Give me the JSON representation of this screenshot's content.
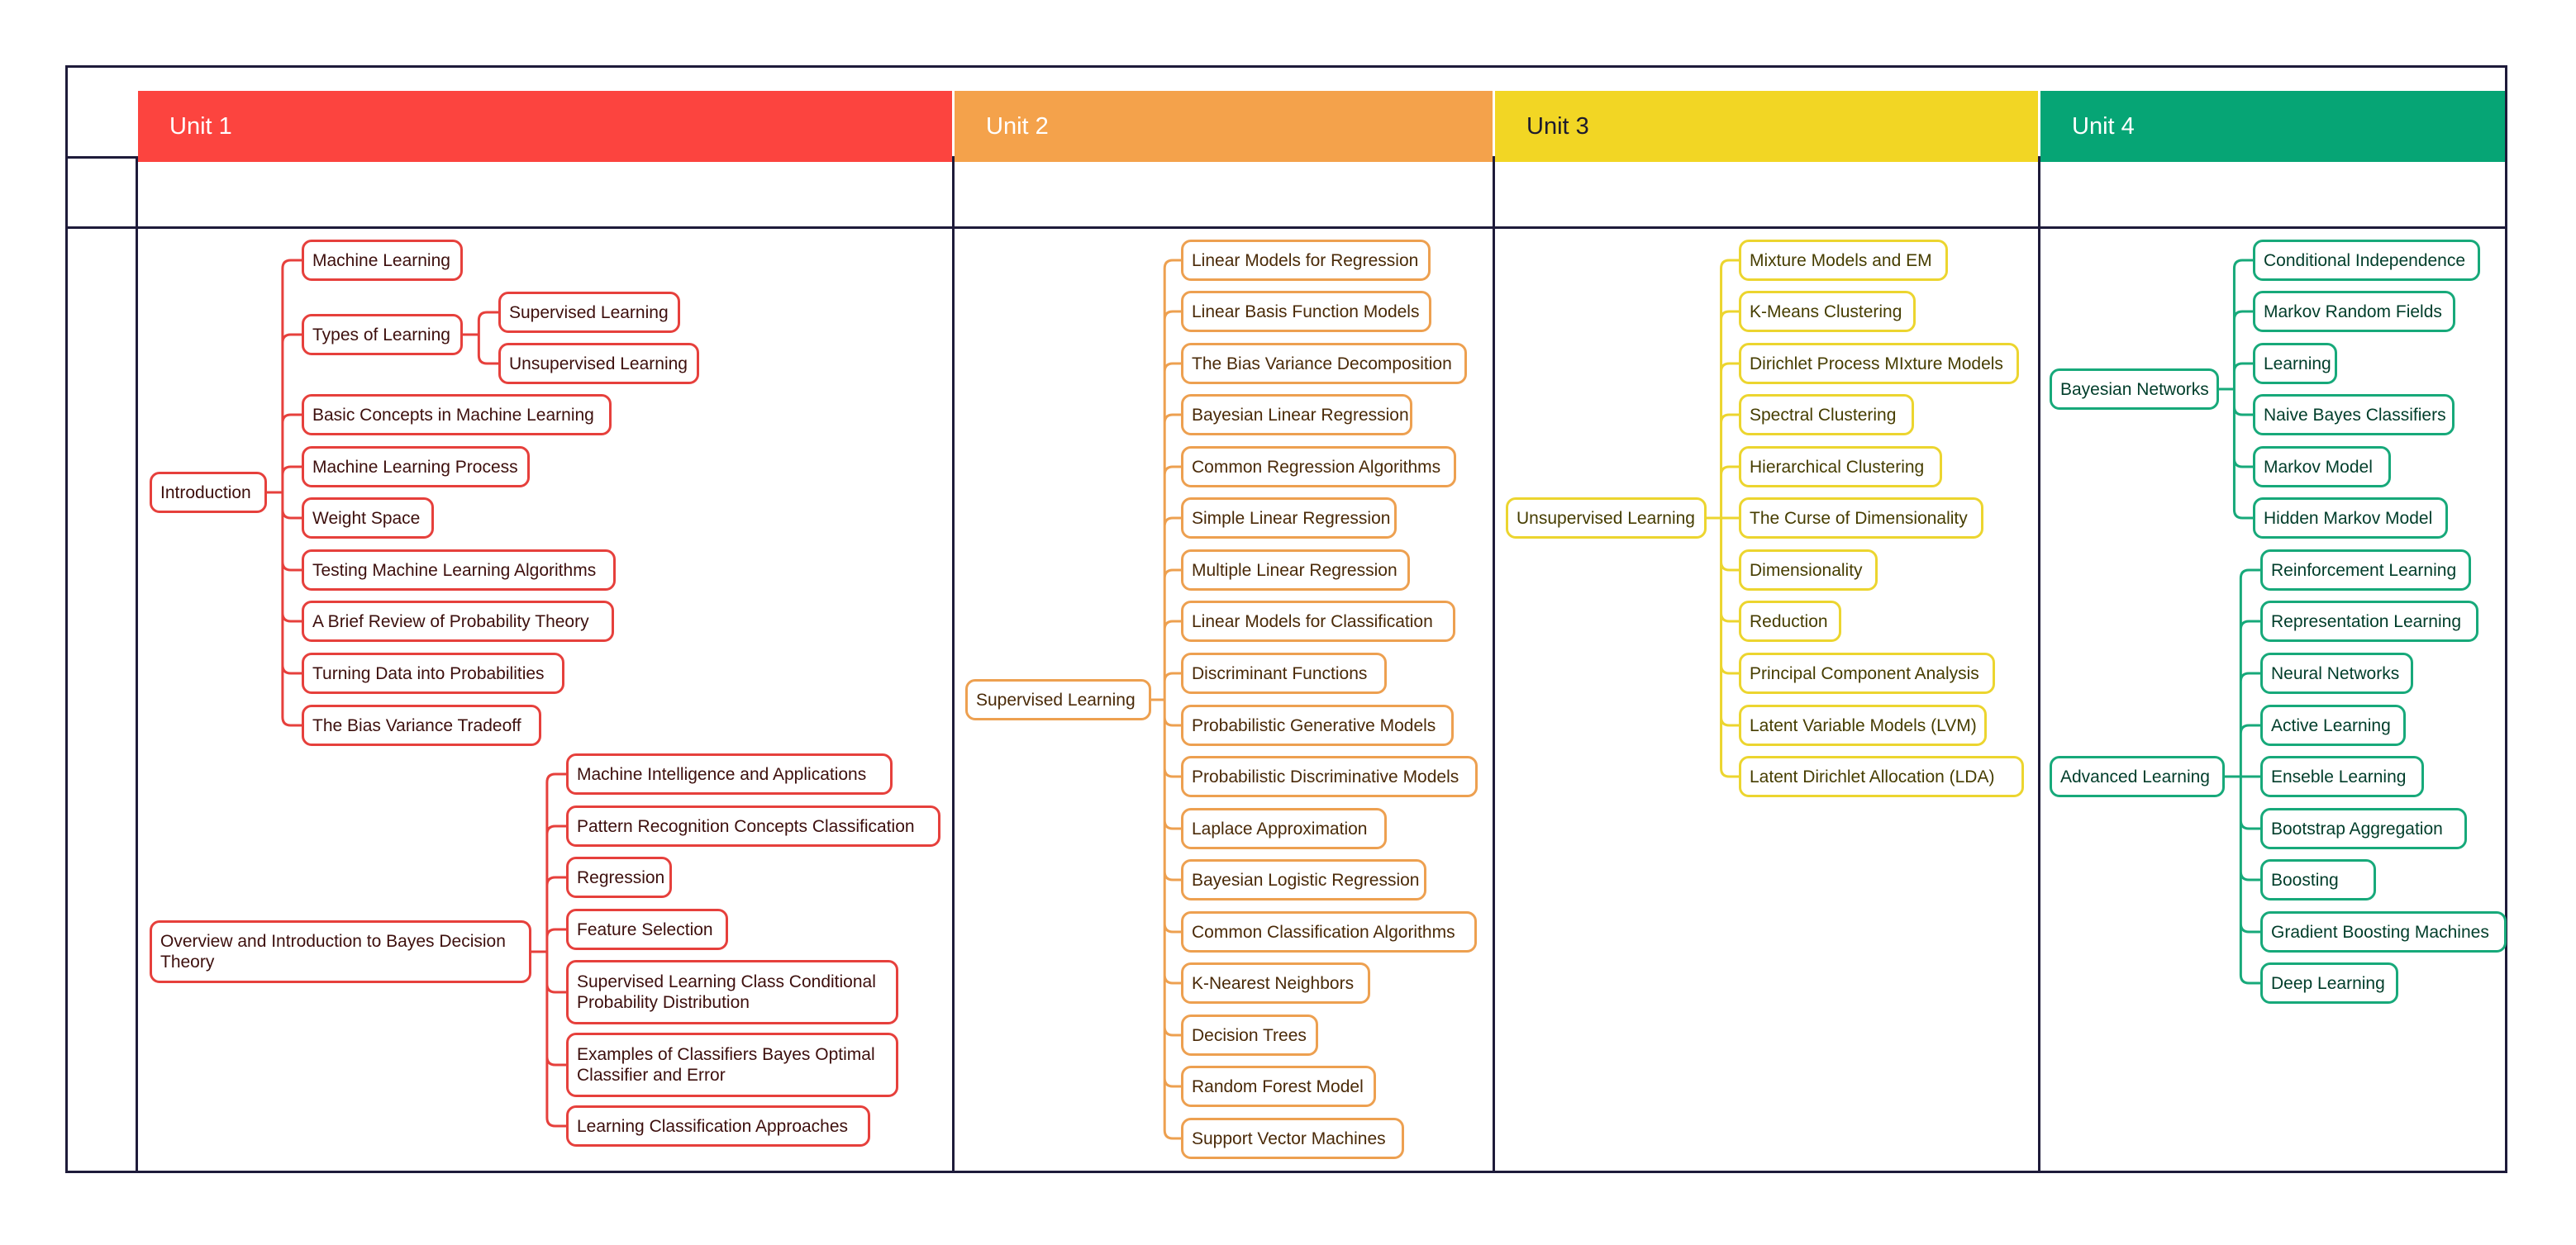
{
  "title": "Machine Learning",
  "colors": {
    "border": "#1e1b3a",
    "unit1": "#fc443f",
    "unit1_line": "#e6403c",
    "unit1_text": "#3d0f0d",
    "unit2": "#f4a24b",
    "unit2_line": "#eda050",
    "unit2_text": "#4a2a08",
    "unit3": "#f2d624",
    "unit3_line": "#ecd52f",
    "unit3_text": "#463d00",
    "unit4": "#06a575",
    "unit4_line": "#17a97a",
    "unit4_text": "#003d2a"
  },
  "units": [
    {
      "label": "Unit 1",
      "groups": [
        {
          "label": "Introduction",
          "items": [
            {
              "label": "Machine Learning"
            },
            {
              "label": "Types of Learning",
              "items": [
                {
                  "label": "Supervised Learning"
                },
                {
                  "label": "Unsupervised Learning"
                }
              ]
            },
            {
              "label": "Basic Concepts in Machine Learning"
            },
            {
              "label": "Machine Learning Process"
            },
            {
              "label": "Weight Space"
            },
            {
              "label": "Testing Machine Learning Algorithms"
            },
            {
              "label": "A Brief Review of Probability Theory"
            },
            {
              "label": "Turning Data into Probabilities"
            },
            {
              "label": "The Bias Variance Tradeoff"
            }
          ]
        },
        {
          "label": "Overview and Introduction to Bayes Decision Theory",
          "items": [
            {
              "label": "Machine Intelligence and Applications"
            },
            {
              "label": "Pattern Recognition Concepts Classification"
            },
            {
              "label": "Regression"
            },
            {
              "label": "Feature Selection"
            },
            {
              "label": "Supervised Learning Class Conditional Probability Distribution"
            },
            {
              "label": "Examples of Classifiers Bayes Optimal Classifier and Error"
            },
            {
              "label": "Learning Classification Approaches"
            }
          ]
        }
      ]
    },
    {
      "label": "Unit 2",
      "groups": [
        {
          "label": "Supervised Learning",
          "items": [
            {
              "label": "Linear Models for Regression"
            },
            {
              "label": "Linear Basis Function Models"
            },
            {
              "label": "The Bias Variance Decomposition"
            },
            {
              "label": "Bayesian Linear Regression"
            },
            {
              "label": "Common Regression Algorithms"
            },
            {
              "label": "Simple Linear Regression"
            },
            {
              "label": "Multiple Linear Regression"
            },
            {
              "label": "Linear Models for Classification"
            },
            {
              "label": "Discriminant Functions"
            },
            {
              "label": "Probabilistic Generative Models"
            },
            {
              "label": "Probabilistic Discriminative Models"
            },
            {
              "label": "Laplace Approximation"
            },
            {
              "label": "Bayesian Logistic Regression"
            },
            {
              "label": "Common Classification Algorithms"
            },
            {
              "label": "K-Nearest Neighbors"
            },
            {
              "label": "Decision Trees"
            },
            {
              "label": "Random Forest Model"
            },
            {
              "label": "Support Vector Machines"
            }
          ]
        }
      ]
    },
    {
      "label": "Unit 3",
      "groups": [
        {
          "label": "Unsupervised Learning",
          "items": [
            {
              "label": "Mixture Models and EM"
            },
            {
              "label": "K-Means Clustering"
            },
            {
              "label": "Dirichlet Process MIxture Models"
            },
            {
              "label": "Spectral Clustering"
            },
            {
              "label": "Hierarchical Clustering"
            },
            {
              "label": "The Curse of Dimensionality"
            },
            {
              "label": "Dimensionality"
            },
            {
              "label": "Reduction"
            },
            {
              "label": "Principal Component Analysis"
            },
            {
              "label": "Latent Variable Models (LVM)"
            },
            {
              "label": "Latent Dirichlet Allocation (LDA)"
            }
          ]
        }
      ]
    },
    {
      "label": "Unit 4",
      "groups": [
        {
          "label": "Bayesian Networks",
          "items": [
            {
              "label": "Conditional Independence"
            },
            {
              "label": "Markov Random Fields"
            },
            {
              "label": "Learning"
            },
            {
              "label": "Naive Bayes Classifiers"
            },
            {
              "label": "Markov Model"
            },
            {
              "label": "Hidden Markov Model"
            }
          ]
        },
        {
          "label": "Advanced Learning",
          "items": [
            {
              "label": "Reinforcement Learning"
            },
            {
              "label": "Representation Learning"
            },
            {
              "label": "Neural Networks"
            },
            {
              "label": "Active Learning"
            },
            {
              "label": "Enseble Learning"
            },
            {
              "label": "Bootstrap Aggregation"
            },
            {
              "label": "Boosting"
            },
            {
              "label": "Gradient Boosting Machines"
            },
            {
              "label": "Deep Learning"
            }
          ]
        }
      ]
    }
  ]
}
